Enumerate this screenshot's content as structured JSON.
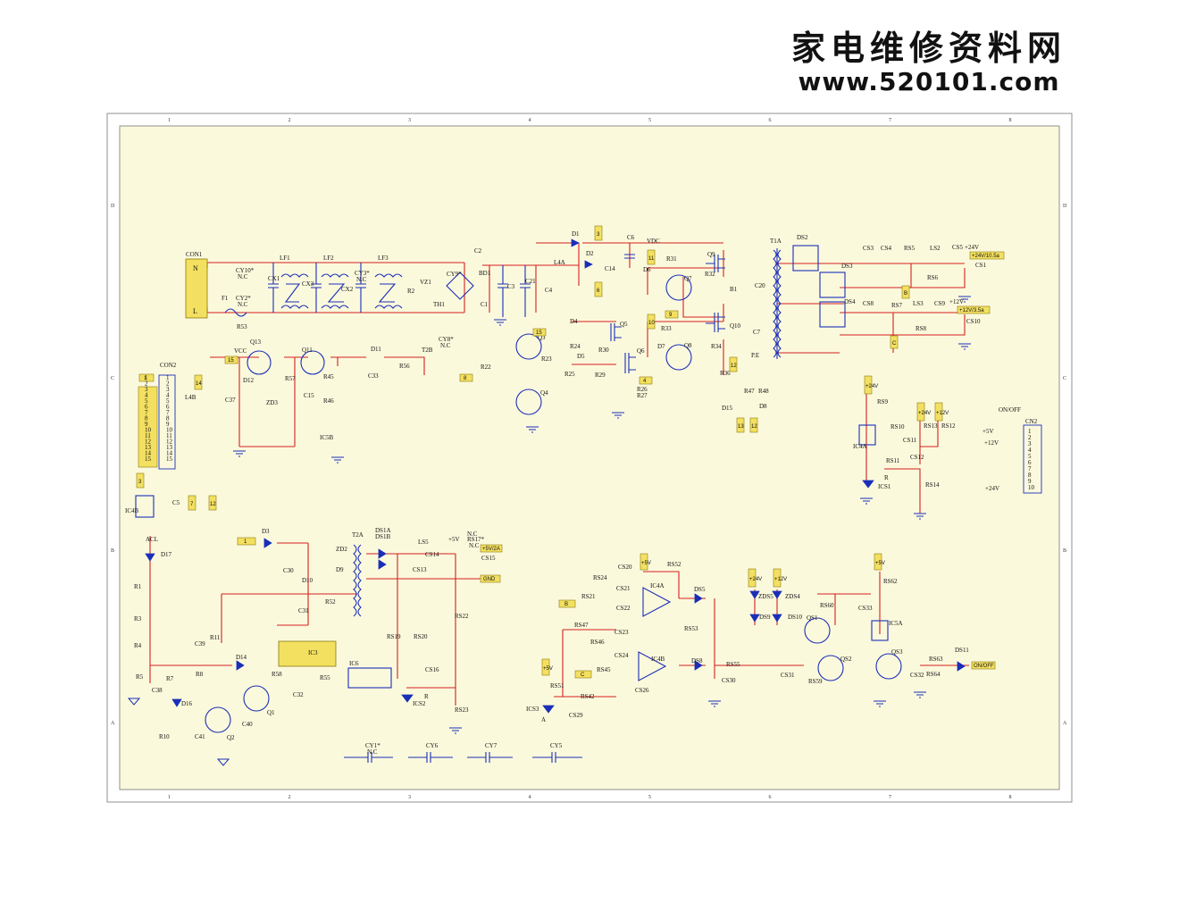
{
  "header": {
    "site_name": "家电维修资料网",
    "url": "www.520101.com"
  },
  "frame": {
    "columns": [
      "1",
      "2",
      "3",
      "4",
      "5",
      "6",
      "7",
      "8"
    ],
    "rows": [
      "D",
      "C",
      "B",
      "A"
    ]
  },
  "colors": {
    "sheet_background": "#fbf9dc",
    "wire": "#d42020",
    "component": "#1a2fb8",
    "net_tag": "#f3e060"
  },
  "components": [
    {
      "ref": "CON1"
    },
    {
      "ref": "F1"
    },
    {
      "ref": "CY10*",
      "note": "N.C"
    },
    {
      "ref": "CY2*",
      "note": "N.C"
    },
    {
      "ref": "CX1"
    },
    {
      "ref": "LF1"
    },
    {
      "ref": "CX3"
    },
    {
      "ref": "LF2"
    },
    {
      "ref": "CX2"
    },
    {
      "ref": "LF3"
    },
    {
      "ref": "CY3*",
      "note": "N.C"
    },
    {
      "ref": "R53"
    },
    {
      "ref": "R2"
    },
    {
      "ref": "VZ1"
    },
    {
      "ref": "CY9*"
    },
    {
      "ref": "BD1"
    },
    {
      "ref": "TH1"
    },
    {
      "ref": "CY8*",
      "note": "N.C"
    },
    {
      "ref": "T2B"
    },
    {
      "ref": "C1"
    },
    {
      "ref": "C2"
    },
    {
      "ref": "C3"
    },
    {
      "ref": "C21"
    },
    {
      "ref": "C4"
    },
    {
      "ref": "D1"
    },
    {
      "ref": "L4A"
    },
    {
      "ref": "D2"
    },
    {
      "ref": "C6"
    },
    {
      "ref": "C14"
    },
    {
      "ref": "Q13"
    },
    {
      "ref": "Q11"
    },
    {
      "ref": "D11"
    },
    {
      "ref": "R56"
    },
    {
      "ref": "R57"
    },
    {
      "ref": "D12"
    },
    {
      "ref": "ZD3"
    },
    {
      "ref": "C37"
    },
    {
      "ref": "C15"
    },
    {
      "ref": "R45"
    },
    {
      "ref": "R46"
    },
    {
      "ref": "C33"
    },
    {
      "ref": "IC5B"
    },
    {
      "ref": "CON2"
    },
    {
      "ref": "L4B"
    },
    {
      "ref": "Q3"
    },
    {
      "ref": "Q4"
    },
    {
      "ref": "R22"
    },
    {
      "ref": "R23"
    },
    {
      "ref": "D4"
    },
    {
      "ref": "R24"
    },
    {
      "ref": "D5"
    },
    {
      "ref": "R25"
    },
    {
      "ref": "R30"
    },
    {
      "ref": "R29"
    },
    {
      "ref": "Q5"
    },
    {
      "ref": "Q6"
    },
    {
      "ref": "R26"
    },
    {
      "ref": "R27"
    },
    {
      "ref": "D6"
    },
    {
      "ref": "R31"
    },
    {
      "ref": "Q7"
    },
    {
      "ref": "R32"
    },
    {
      "ref": "Q9"
    },
    {
      "ref": "D7"
    },
    {
      "ref": "R33"
    },
    {
      "ref": "Q8"
    },
    {
      "ref": "R34"
    },
    {
      "ref": "Q10"
    },
    {
      "ref": "R36"
    },
    {
      "ref": "B1"
    },
    {
      "ref": "C20"
    },
    {
      "ref": "C7"
    },
    {
      "ref": "R47"
    },
    {
      "ref": "R48"
    },
    {
      "ref": "D15"
    },
    {
      "ref": "D8"
    },
    {
      "ref": "T1A"
    },
    {
      "ref": "DS2"
    },
    {
      "ref": "DS3"
    },
    {
      "ref": "DS4"
    },
    {
      "ref": "CS3"
    },
    {
      "ref": "CS4"
    },
    {
      "ref": "RS5"
    },
    {
      "ref": "LS2"
    },
    {
      "ref": "CS5"
    },
    {
      "ref": "CS1"
    },
    {
      "ref": "RS6"
    },
    {
      "ref": "CS8"
    },
    {
      "ref": "RS7"
    },
    {
      "ref": "LS3"
    },
    {
      "ref": "CS9"
    },
    {
      "ref": "RS8"
    },
    {
      "ref": "CS10"
    },
    {
      "ref": "RS9"
    },
    {
      "ref": "RS10"
    },
    {
      "ref": "IC4A"
    },
    {
      "ref": "RS11"
    },
    {
      "ref": "CS11"
    },
    {
      "ref": "CS12"
    },
    {
      "ref": "RS13"
    },
    {
      "ref": "RS12"
    },
    {
      "ref": "ICS1"
    },
    {
      "ref": "RS14"
    },
    {
      "ref": "CN2"
    },
    {
      "ref": "IC4B"
    },
    {
      "ref": "C5"
    },
    {
      "ref": "D17"
    },
    {
      "ref": "R1"
    },
    {
      "ref": "R3"
    },
    {
      "ref": "R4"
    },
    {
      "ref": "R5"
    },
    {
      "ref": "C38"
    },
    {
      "ref": "R7"
    },
    {
      "ref": "D16"
    },
    {
      "ref": "R10"
    },
    {
      "ref": "C41"
    },
    {
      "ref": "Q2"
    },
    {
      "ref": "C39"
    },
    {
      "ref": "R8"
    },
    {
      "ref": "R11"
    },
    {
      "ref": "D14"
    },
    {
      "ref": "R58"
    },
    {
      "ref": "Q1"
    },
    {
      "ref": "C40"
    },
    {
      "ref": "D3"
    },
    {
      "ref": "C30"
    },
    {
      "ref": "D10"
    },
    {
      "ref": "C31"
    },
    {
      "ref": "R52"
    },
    {
      "ref": "IC3"
    },
    {
      "ref": "C32"
    },
    {
      "ref": "R55"
    },
    {
      "ref": "ZD2"
    },
    {
      "ref": "D9"
    },
    {
      "ref": "T2A"
    },
    {
      "ref": "DS1A"
    },
    {
      "ref": "DS1B"
    },
    {
      "ref": "LS5"
    },
    {
      "ref": "CS13"
    },
    {
      "ref": "CS14"
    },
    {
      "ref": "RS17*",
      "note": "N.C"
    },
    {
      "ref": "CS15"
    },
    {
      "ref": "IC6"
    },
    {
      "ref": "RS19"
    },
    {
      "ref": "RS20"
    },
    {
      "ref": "CS16"
    },
    {
      "ref": "ICS2"
    },
    {
      "ref": "RS22"
    },
    {
      "ref": "RS23"
    },
    {
      "ref": "CS20"
    },
    {
      "ref": "RS24"
    },
    {
      "ref": "RS21"
    },
    {
      "ref": "CS21"
    },
    {
      "ref": "CS22"
    },
    {
      "ref": "RS52"
    },
    {
      "ref": "IC4A"
    },
    {
      "ref": "DS5"
    },
    {
      "ref": "RS47"
    },
    {
      "ref": "RS53"
    },
    {
      "ref": "RS46"
    },
    {
      "ref": "CS23"
    },
    {
      "ref": "CS24"
    },
    {
      "ref": "RS45"
    },
    {
      "ref": "IC4B"
    },
    {
      "ref": "CS26"
    },
    {
      "ref": "DS8"
    },
    {
      "ref": "RS55"
    },
    {
      "ref": "CS30"
    },
    {
      "ref": "RS51"
    },
    {
      "ref": "ICS3"
    },
    {
      "ref": "CS29"
    },
    {
      "ref": "RS42"
    },
    {
      "ref": "ZDS5"
    },
    {
      "ref": "ZDS4"
    },
    {
      "ref": "DS9"
    },
    {
      "ref": "DS10"
    },
    {
      "ref": "CS31"
    },
    {
      "ref": "QS1"
    },
    {
      "ref": "RS60"
    },
    {
      "ref": "CS33"
    },
    {
      "ref": "QS2"
    },
    {
      "ref": "RS59"
    },
    {
      "ref": "RS62"
    },
    {
      "ref": "IC5A"
    },
    {
      "ref": "QS3"
    },
    {
      "ref": "CS32"
    },
    {
      "ref": "RS63"
    },
    {
      "ref": "RS64"
    },
    {
      "ref": "DS11"
    },
    {
      "ref": "CY1*",
      "note": "N.C"
    },
    {
      "ref": "CY6"
    },
    {
      "ref": "CY7"
    },
    {
      "ref": "CY5"
    }
  ],
  "net_tags": {
    "out_24v": "+24V/10.5a",
    "out_12v": "+12V/3.5a",
    "out_5v": "+5V/2A",
    "gnd": "GND",
    "on_off": "ON/OFF",
    "p5v": "+5V",
    "p12v": "+12V",
    "p24v": "+24V",
    "vcc": "VCC",
    "vdc": "VDC",
    "acl": "ACL",
    "nc": "N.C",
    "n_pin": "N",
    "l_pin": "L",
    "pe": "P.E",
    "n1": "1",
    "n2": "2",
    "n3": "3",
    "n4": "4",
    "n6": "6",
    "n7": "7",
    "n8": "8",
    "n9": "9",
    "n10": "10",
    "n11": "11",
    "n12": "12",
    "n13": "13",
    "n14": "14",
    "n15": "15",
    "nA": "A",
    "nB": "B",
    "nC": "C",
    "nR": "R"
  },
  "con2_pins": [
    "1",
    "2",
    "3",
    "4",
    "5",
    "6",
    "7",
    "8",
    "9",
    "10",
    "11",
    "12",
    "13",
    "14",
    "15"
  ],
  "cn2_pins": [
    "1",
    "2",
    "3",
    "4",
    "5",
    "6",
    "7",
    "8",
    "9",
    "10"
  ]
}
